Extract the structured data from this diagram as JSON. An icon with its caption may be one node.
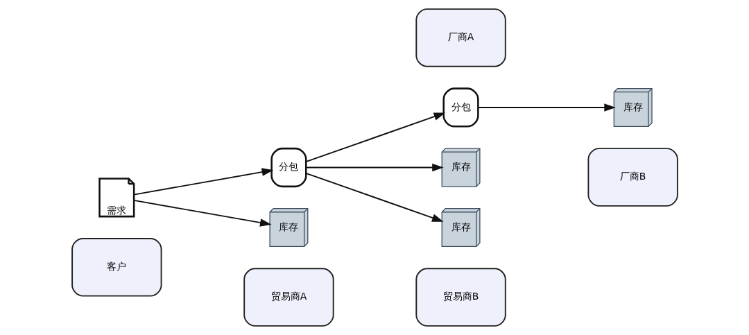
{
  "diagram": {
    "nodes": [
      {
        "text": [
          "客户"
        ]
      },
      {
        "text": [
          "贸易商A"
        ]
      },
      {
        "text": [
          "贸易商B"
        ]
      },
      {
        "text": [
          "厂商B"
        ]
      },
      {
        "text": [
          "需求"
        ]
      },
      {
        "text": [
          "分包"
        ]
      },
      {
        "text": [
          "分包"
        ]
      },
      {
        "text": [
          "库存"
        ]
      },
      {
        "text": [
          "库存"
        ]
      },
      {
        "text": [
          "库存"
        ]
      },
      {
        "text": [
          "厂商A"
        ]
      },
      {
        "text": [
          "库存"
        ]
      }
    ],
    "edges": [
      {
        "from": 4,
        "to": 5,
        "arrow": "to"
      },
      {
        "from": 4,
        "to": 8,
        "arrow": "to"
      },
      {
        "from": 5,
        "to": 6,
        "arrow": "to"
      },
      {
        "from": 5,
        "to": 9,
        "arrow": "to"
      },
      {
        "from": 5,
        "to": 11,
        "arrow": "to"
      },
      {
        "from": 6,
        "to": 7,
        "arrow": "to"
      }
    ]
  }
}
